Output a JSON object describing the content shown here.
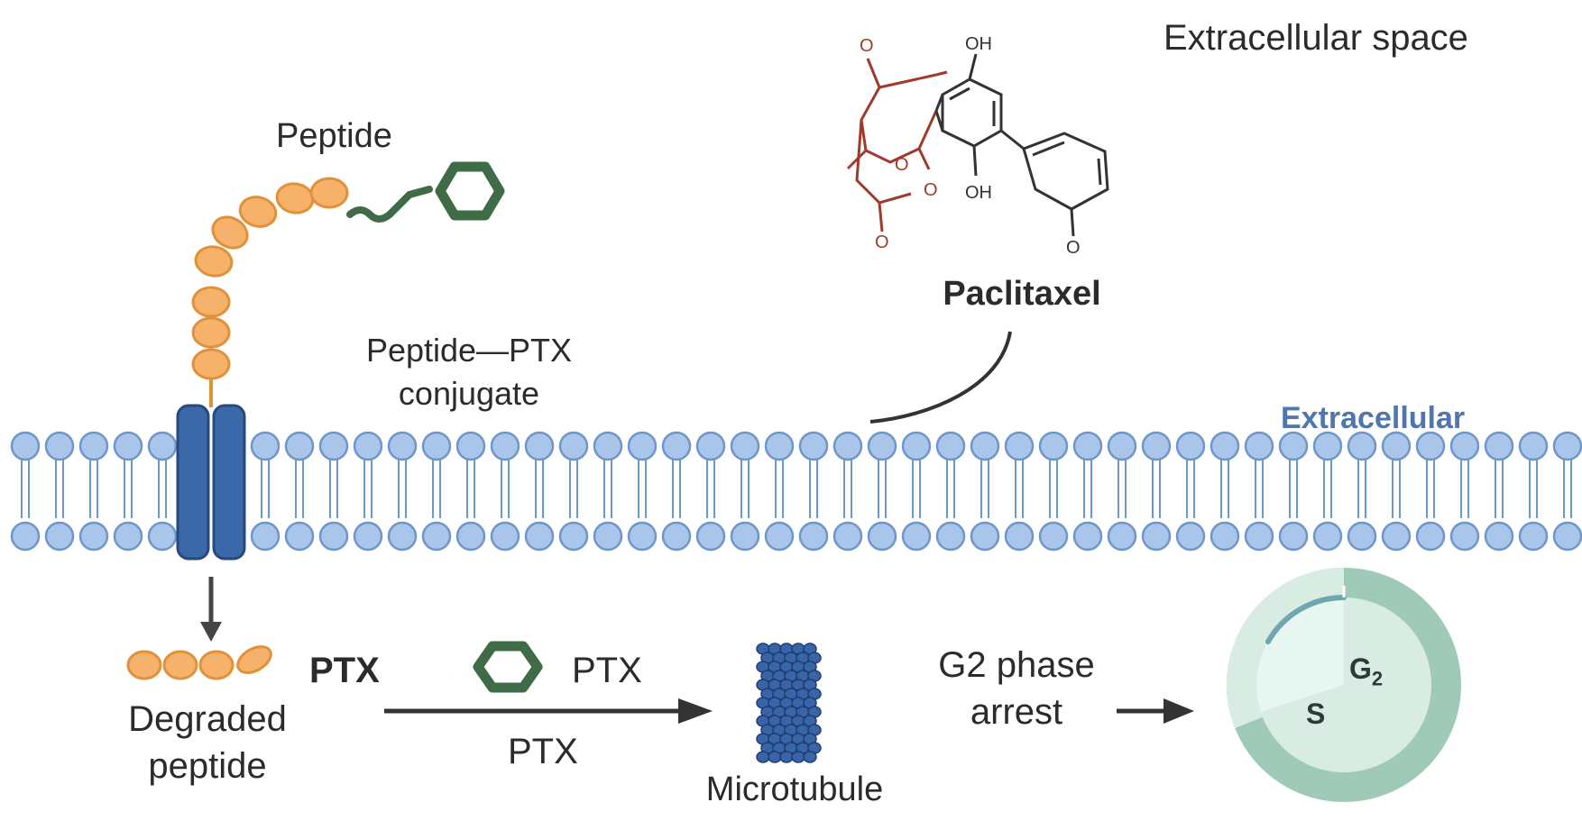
{
  "labels": {
    "extracellular_space": "Extracellular space",
    "peptide": "Peptide",
    "conjugate_line1": "Peptide—PTX",
    "conjugate_line2": "conjugate",
    "paclitaxel": "Paclitaxel",
    "membrane_side": "Extracellular",
    "degraded_line1": "Degraded",
    "degraded_line2": "peptide",
    "ptx_bold": "PTX",
    "ptx_right": "PTX",
    "ptx_below": "PTX",
    "microtubule": "Microtubule",
    "arrest_line1": "G2 phase",
    "arrest_line2": "arrest",
    "cycle_g2_main": "G",
    "cycle_g2_sub": "2",
    "cycle_s": "S"
  },
  "chem_atoms": {
    "oh_top": "OH",
    "oh_mid": "OH",
    "o_ring": "O",
    "o_ketone": "O",
    "o_lactone_top": "O",
    "o_lactone_bottom": "O",
    "o_aryl": "O"
  },
  "colors": {
    "peptide_bead": "#f6b26b",
    "peptide_bead_stroke": "#e0913a",
    "linker_green": "#3f6b47",
    "membrane_head": "#a9c6ea",
    "membrane_stroke": "#6f96c8",
    "receptor": "#3b68a8",
    "receptor_stroke": "#27497d",
    "chem_red": "#a03a2c",
    "cycle_outer": "#9fcab8",
    "cycle_inner": "#d8ece3",
    "cycle_light": "#e8f6f2",
    "microtubule": "#3a64a8"
  }
}
